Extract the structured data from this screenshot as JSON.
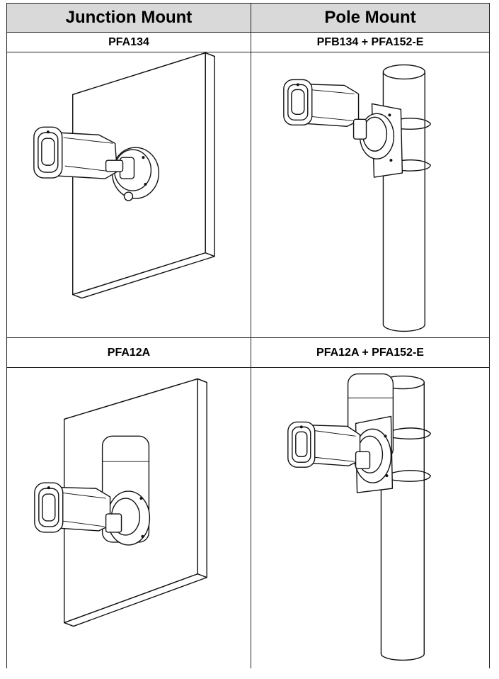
{
  "table": {
    "headers": [
      "Junction Mount",
      "Pole Mount"
    ],
    "rows": [
      {
        "left_label": "PFA134",
        "right_label": "PFB134 + PFA152-E"
      },
      {
        "left_label": "PFA12A",
        "right_label": "PFA12A + PFA152-E"
      }
    ]
  },
  "figures": [
    "camera-junction-box-wall-illustration",
    "camera-junction-box-pole-illustration",
    "camera-bracket-wall-illustration",
    "camera-bracket-pole-illustration"
  ]
}
